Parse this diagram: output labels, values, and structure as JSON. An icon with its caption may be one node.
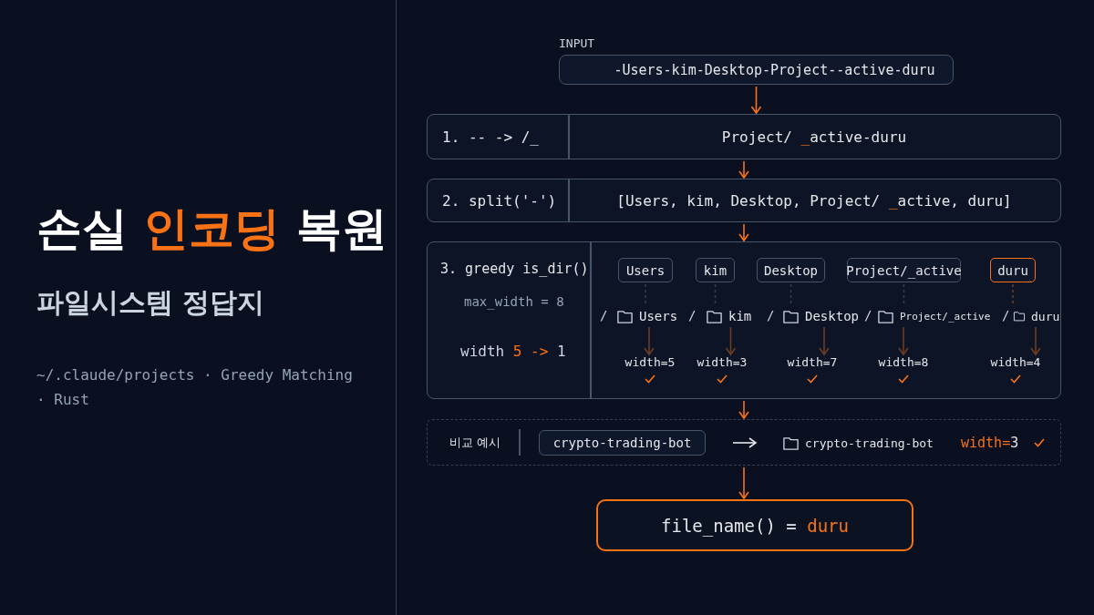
{
  "diagram": {
    "title": "손실 **인코딩** 복원",
    "nodes": [
      {
        "text": [
          "INPUT",
          "-Users-kim-Desktop-Project--active-duru"
        ]
      },
      {
        "text": [
          "1. -- -> /_",
          "Project/ **_**active-duru"
        ]
      },
      {
        "text": [
          "2. split('-')",
          "[Users, kim, Desktop, Project/ **_**active, duru]"
        ]
      },
      {
        "text": [
          "3. greedy is_dir()",
          "max_width = 8",
          "width **5 ->** 1"
        ]
      },
      {
        "text": [
          "Users"
        ],
        "in": 3
      },
      {
        "text": [
          "kim"
        ],
        "in": 3
      },
      {
        "text": [
          "Desktop"
        ],
        "in": 3
      },
      {
        "text": [
          "Project/_active"
        ],
        "in": 3
      },
      {
        "text": [
          "duru"
        ],
        "in": 3
      },
      {
        "text": [
          "Users"
        ],
        "in": 3
      },
      {
        "text": [
          "kim"
        ],
        "in": 3
      },
      {
        "text": [
          "Desktop"
        ],
        "in": 3
      },
      {
        "text": [
          "Project/_active"
        ],
        "in": 3
      },
      {
        "text": [
          "duru"
        ],
        "in": 3
      },
      {
        "text": [
          "width=5"
        ],
        "in": 3
      },
      {
        "text": [
          "width=3"
        ],
        "in": 3
      },
      {
        "text": [
          "width=7"
        ],
        "in": 3
      },
      {
        "text": [
          "width=8"
        ],
        "in": 3
      },
      {
        "text": [
          "width=4"
        ],
        "in": 3
      },
      {
        "text": [
          "비교 예시",
          "**width=**3"
        ]
      },
      {
        "text": [
          "crypto-trading-bot"
        ],
        "in": 19
      },
      {
        "text": [
          "crypto-trading-bot"
        ],
        "in": 19
      },
      {
        "text": [
          "file_name() = **duru**"
        ]
      }
    ],
    "edges": [
      {
        "from": 0,
        "to": 1,
        "arrow": "to"
      },
      {
        "from": 1,
        "to": 2,
        "arrow": "to"
      },
      {
        "from": 2,
        "to": 3,
        "arrow": "to"
      },
      {
        "from": 4,
        "to": 9,
        "arrow": "none",
        "style": "dashed",
        "color": "#64748b"
      },
      {
        "from": 5,
        "to": 10,
        "arrow": "none",
        "style": "dashed",
        "color": "#64748b"
      },
      {
        "from": 6,
        "to": 11,
        "arrow": "none",
        "style": "dashed",
        "color": "#64748b"
      },
      {
        "from": 7,
        "to": 12,
        "arrow": "none",
        "style": "dashed",
        "color": "#64748b"
      },
      {
        "from": 8,
        "to": 13,
        "arrow": "none",
        "style": "dashed"
      },
      {
        "from": 9,
        "to": 14,
        "arrow": "to"
      },
      {
        "from": 10,
        "to": 15,
        "arrow": "to"
      },
      {
        "from": 11,
        "to": 16,
        "arrow": "to"
      },
      {
        "from": 12,
        "to": 17,
        "arrow": "to"
      },
      {
        "from": 13,
        "to": 18,
        "arrow": "to"
      },
      {
        "from": 20,
        "to": 21,
        "arrow": "to",
        "color": "#e5e7eb"
      },
      {
        "from": 3,
        "to": 19,
        "arrow": "to"
      },
      {
        "from": 19,
        "to": 22,
        "arrow": "to"
      }
    ],
    "labels": [
      "파일시스템 정답지",
      "~/.claude/projects · Greedy Matching · Rust",
      "/",
      "/",
      "/",
      "/",
      "/"
    ]
  }
}
